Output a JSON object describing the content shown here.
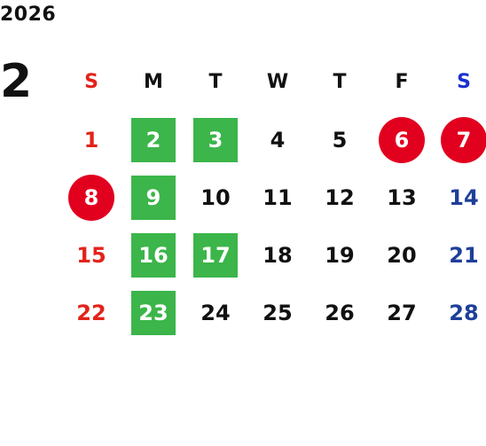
{
  "year": "2026",
  "month": "2",
  "colors": {
    "sunday": "#e2231a",
    "saturday_header": "#1a2fd0",
    "saturday": "#1e3f9a",
    "weekday": "#111111",
    "green_highlight": "#3cb54a",
    "red_highlight": "#e2001f"
  },
  "weekdays": [
    "S",
    "M",
    "T",
    "W",
    "T",
    "F",
    "S"
  ],
  "weeks": [
    [
      {
        "day": "1",
        "mark": "none"
      },
      {
        "day": "2",
        "mark": "green"
      },
      {
        "day": "3",
        "mark": "green"
      },
      {
        "day": "4",
        "mark": "none"
      },
      {
        "day": "5",
        "mark": "none"
      },
      {
        "day": "6",
        "mark": "red"
      },
      {
        "day": "7",
        "mark": "red"
      }
    ],
    [
      {
        "day": "8",
        "mark": "red"
      },
      {
        "day": "9",
        "mark": "green"
      },
      {
        "day": "10",
        "mark": "none"
      },
      {
        "day": "11",
        "mark": "none"
      },
      {
        "day": "12",
        "mark": "none"
      },
      {
        "day": "13",
        "mark": "none"
      },
      {
        "day": "14",
        "mark": "none"
      }
    ],
    [
      {
        "day": "15",
        "mark": "none"
      },
      {
        "day": "16",
        "mark": "green"
      },
      {
        "day": "17",
        "mark": "green"
      },
      {
        "day": "18",
        "mark": "none"
      },
      {
        "day": "19",
        "mark": "none"
      },
      {
        "day": "20",
        "mark": "none"
      },
      {
        "day": "21",
        "mark": "none"
      }
    ],
    [
      {
        "day": "22",
        "mark": "none"
      },
      {
        "day": "23",
        "mark": "green"
      },
      {
        "day": "24",
        "mark": "none"
      },
      {
        "day": "25",
        "mark": "none"
      },
      {
        "day": "26",
        "mark": "none"
      },
      {
        "day": "27",
        "mark": "none"
      },
      {
        "day": "28",
        "mark": "none"
      }
    ]
  ]
}
